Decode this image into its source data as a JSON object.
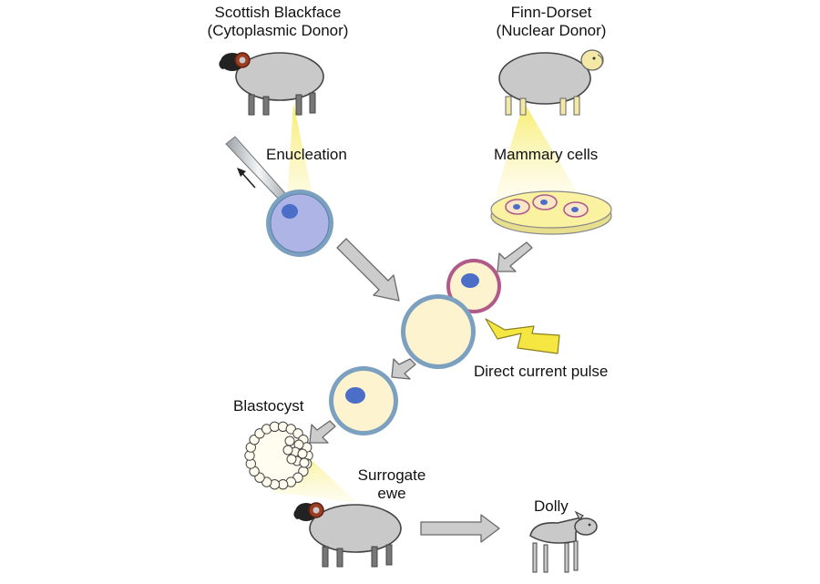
{
  "labels": {
    "cytoplasmic_donor_breed": "Scottish Blackface",
    "cytoplasmic_donor_role": "(Cytoplasmic Donor)",
    "nuclear_donor_breed": "Finn-Dorset",
    "nuclear_donor_role": "(Nuclear Donor)",
    "enucleation": "Enucleation",
    "mammary_cells": "Mammary cells",
    "direct_current_pulse": "Direct current pulse",
    "blastocyst": "Blastocyst",
    "surrogate_line1": "Surrogate",
    "surrogate_line2": "ewe",
    "dolly": "Dolly"
  },
  "colors": {
    "sheep_body": "#c9c9c9",
    "sheep_outline": "#444444",
    "blackface_head": "#222222",
    "horn": "#9c3d22",
    "finn_face": "#f3e8a6",
    "light_beam": "#f7ec6a",
    "egg_membrane": "#7ba0c0",
    "enucleated_egg": "#aeb4e6",
    "fused_cell": "#fdf3cf",
    "nucleus": "#4b6ec8",
    "mammary_cell_ring": "#b05a8a",
    "petri_dish": "#faf2a0",
    "lightning": "#f5e642",
    "arrow_fill": "#cccccc",
    "arrow_stroke": "#6a6a6a"
  }
}
